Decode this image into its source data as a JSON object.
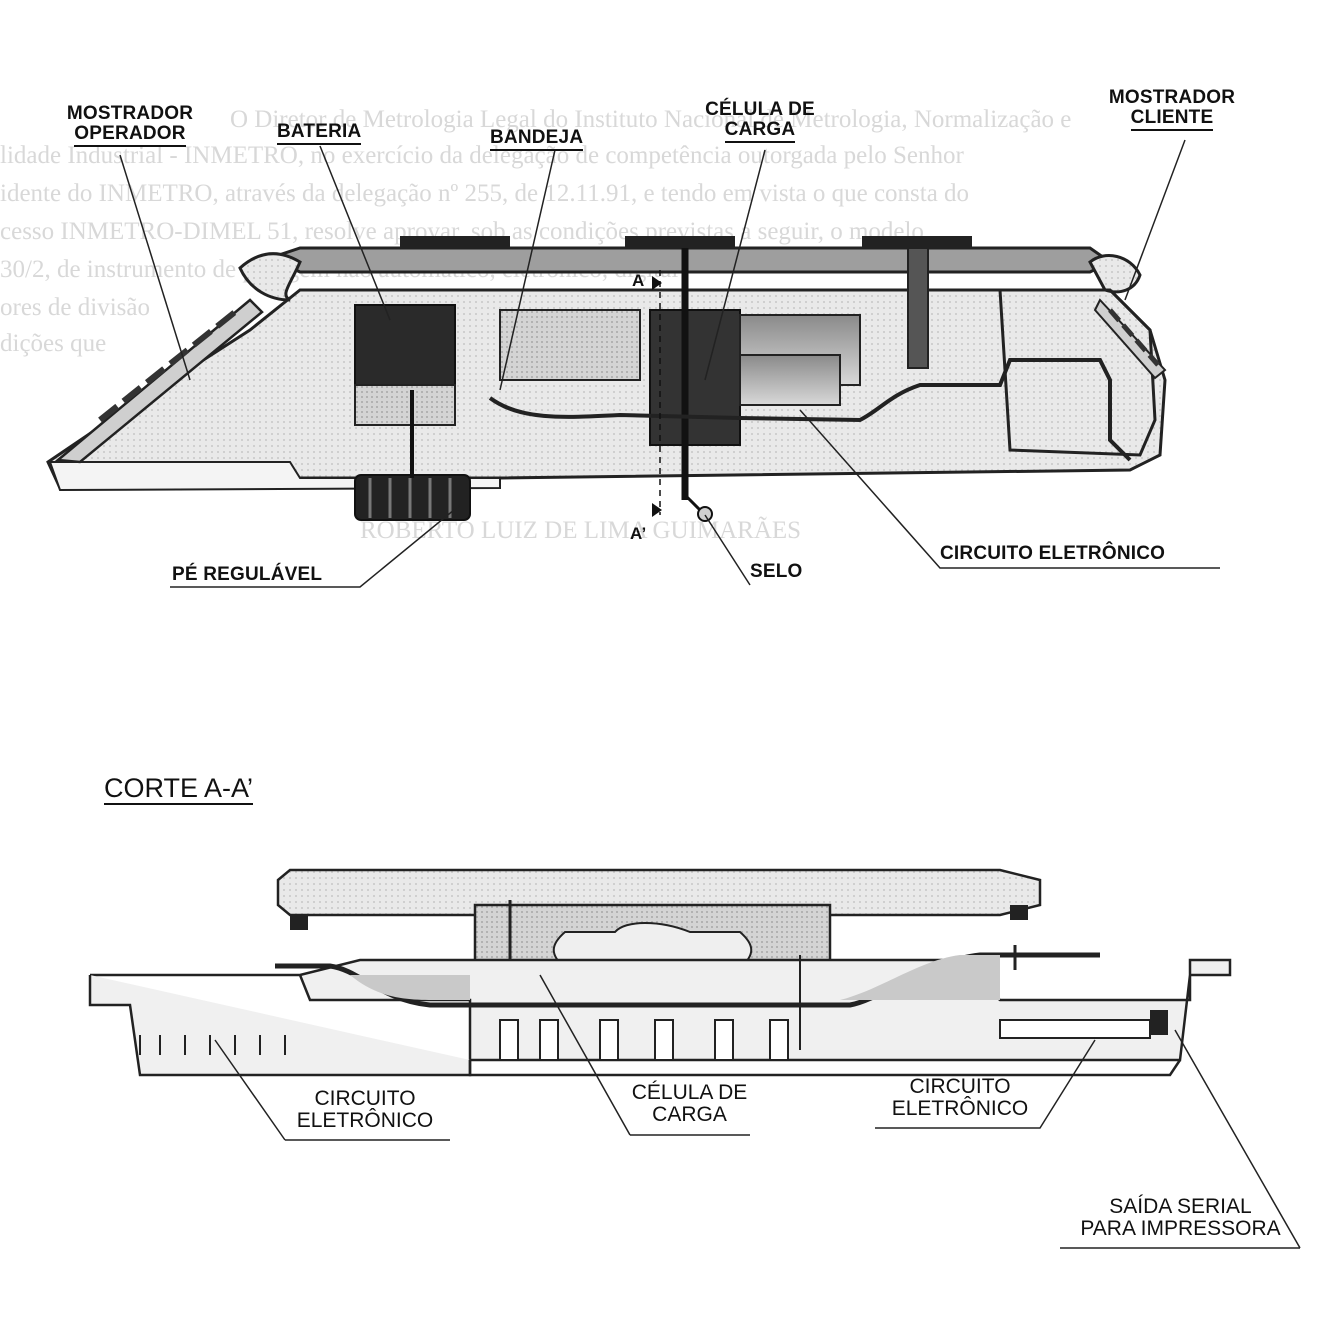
{
  "background_text": {
    "line1": "O Diretor de Metrologia Legal do Instituto Nacional de Metrologia, Normalização e",
    "line2": "lidade Industrial - INMETRO, no exercício da delegação de competência outorgada pelo Senhor",
    "line3": "idente do INMETRO, através da delegação nº 255, de 12.11.91, e tendo em vista o que consta do",
    "line4": "cesso INMETRO-DIMEL 51, resolve aprovar, sob as condições previstas a seguir, o modelo",
    "line5": "30/2, de instrumento de pesagem não automático, eletrônico, digital",
    "line6": "ores de divisão",
    "line7": "dições que",
    "signature": "ROBERTO LUIZ DE LIMA GUIMARÃES"
  },
  "top_view": {
    "labels": {
      "mostrador_operador_1": "MOSTRADOR",
      "mostrador_operador_2": "OPERADOR",
      "bateria": "BATERIA",
      "bandeja": "BANDEJA",
      "celula_carga_1": "CÉLULA DE",
      "celula_carga_2": "CARGA",
      "mostrador_cliente_1": "MOSTRADOR",
      "mostrador_cliente_2": "CLIENTE",
      "pe_regulavel": "PÉ REGULÁVEL",
      "selo": "SELO",
      "circuito_eletronico": "CIRCUITO ELETRÔNICO",
      "section_mark_a": "A",
      "section_mark_a_prime": "A’"
    }
  },
  "section_view": {
    "title": "CORTE A-A’",
    "labels": {
      "circuito_left_1": "CIRCUITO",
      "circuito_left_2": "ELETRÔNICO",
      "celula_1": "CÉLULA DE",
      "celula_2": "CARGA",
      "circuito_right_1": "CIRCUITO",
      "circuito_right_2": "ELETRÔNICO",
      "saida_1": "SAÍDA SERIAL",
      "saida_2": "PARA IMPRESSORA"
    }
  }
}
